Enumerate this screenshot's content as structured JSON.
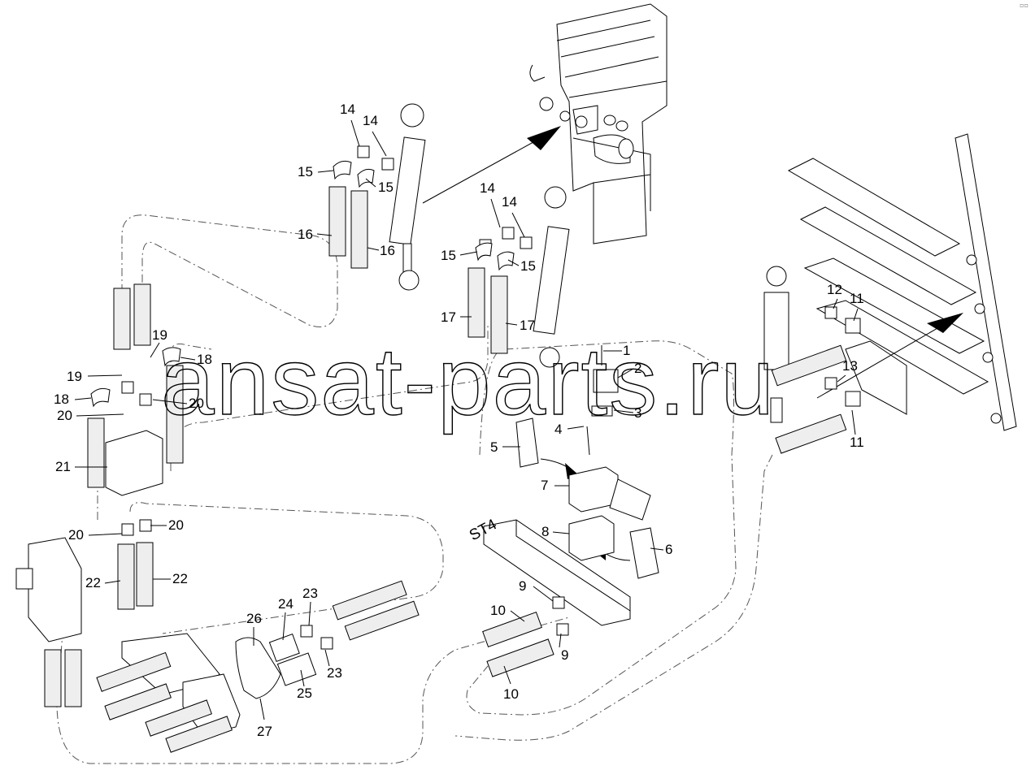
{
  "watermark": "ansat-parts.ru",
  "station_label": "ST4",
  "corner_mark": "▫▫",
  "callouts": [
    {
      "text": "14"
    },
    {
      "text": "14"
    },
    {
      "text": "15"
    },
    {
      "text": "15"
    },
    {
      "text": "16"
    },
    {
      "text": "16"
    },
    {
      "text": "14"
    },
    {
      "text": "14"
    },
    {
      "text": "15"
    },
    {
      "text": "15"
    },
    {
      "text": "17"
    },
    {
      "text": "17"
    },
    {
      "text": "1"
    },
    {
      "text": "2"
    },
    {
      "text": "3"
    },
    {
      "text": "4"
    },
    {
      "text": "5"
    },
    {
      "text": "6"
    },
    {
      "text": "7"
    },
    {
      "text": "8"
    },
    {
      "text": "9"
    },
    {
      "text": "9"
    },
    {
      "text": "10"
    },
    {
      "text": "10"
    },
    {
      "text": "12"
    },
    {
      "text": "11"
    },
    {
      "text": "13"
    },
    {
      "text": "11"
    },
    {
      "text": "19"
    },
    {
      "text": "18"
    },
    {
      "text": "19"
    },
    {
      "text": "18"
    },
    {
      "text": "20"
    },
    {
      "text": "20"
    },
    {
      "text": "21"
    },
    {
      "text": "20"
    },
    {
      "text": "20"
    },
    {
      "text": "22"
    },
    {
      "text": "22"
    },
    {
      "text": "26"
    },
    {
      "text": "24"
    },
    {
      "text": "23"
    },
    {
      "text": "23"
    },
    {
      "text": "25"
    },
    {
      "text": "27"
    }
  ]
}
